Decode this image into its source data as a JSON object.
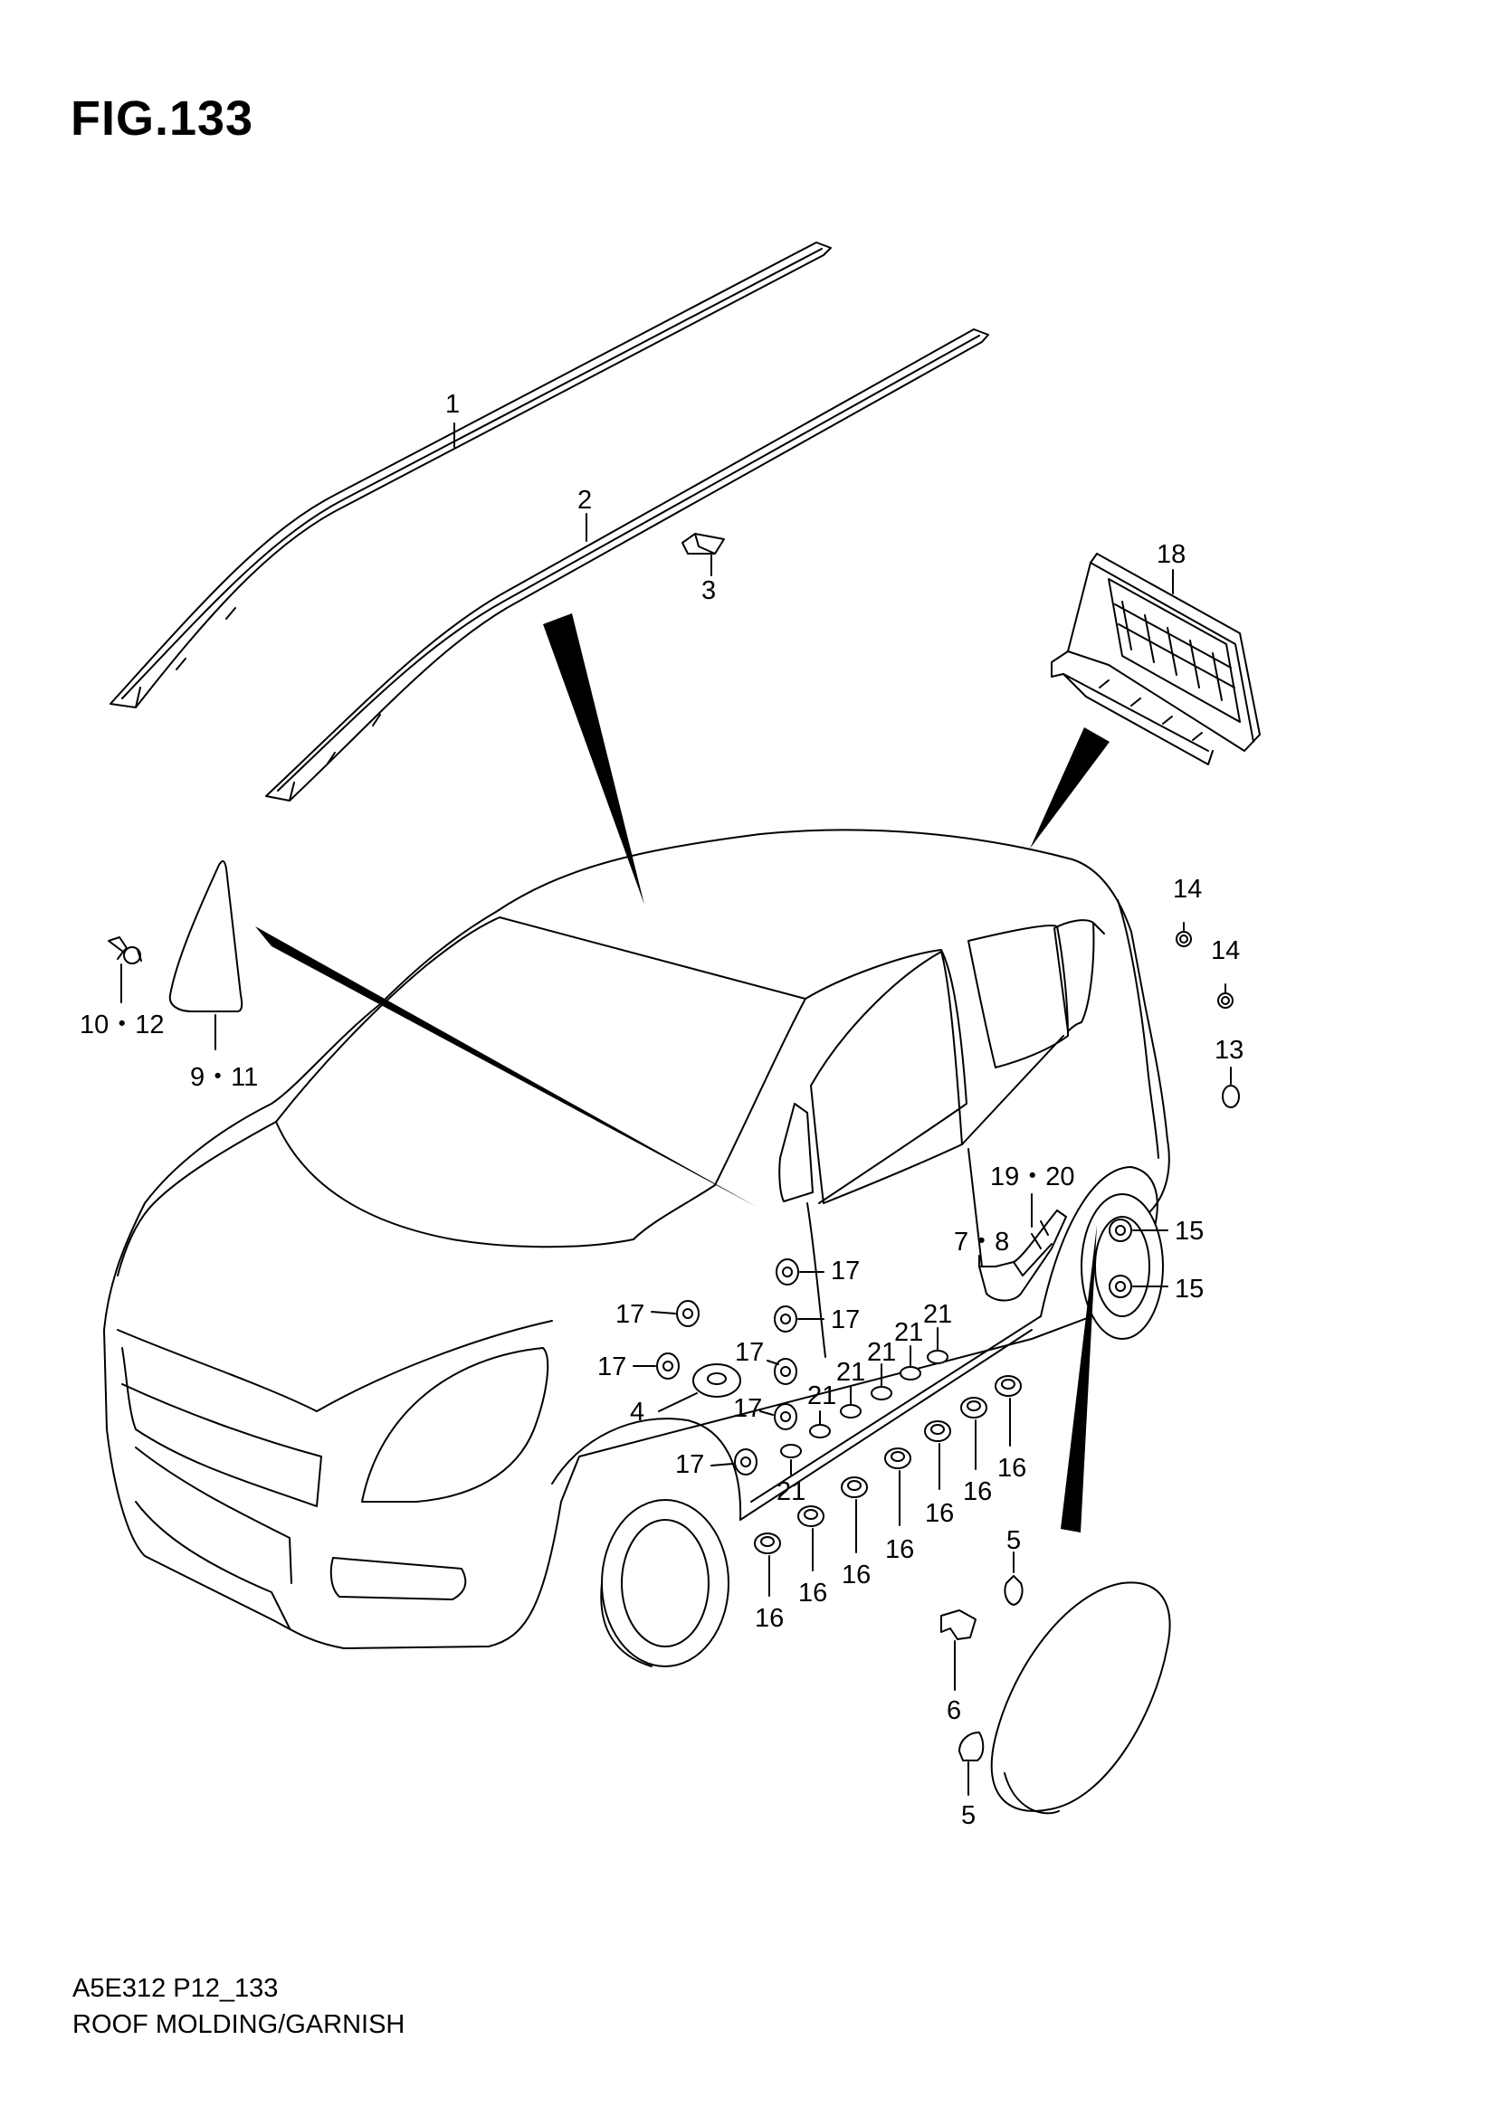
{
  "figure": {
    "title": "FIG.133",
    "code": "A5E312 P12_133",
    "caption": "ROOF MOLDING/GARNISH"
  },
  "callouts": [
    {
      "id": "c-1",
      "text": "1"
    },
    {
      "id": "c-2",
      "text": "2"
    },
    {
      "id": "c-3",
      "text": "3"
    },
    {
      "id": "c-18",
      "text": "18"
    },
    {
      "id": "c-14a",
      "text": "14"
    },
    {
      "id": "c-14b",
      "text": "14"
    },
    {
      "id": "c-13",
      "text": "13"
    },
    {
      "id": "c-10-12",
      "text": "10・12"
    },
    {
      "id": "c-9-11",
      "text": "9・11"
    },
    {
      "id": "c-19-20",
      "text": "19・20"
    },
    {
      "id": "c-7-8",
      "text": "7・8"
    },
    {
      "id": "c-15a",
      "text": "15"
    },
    {
      "id": "c-15b",
      "text": "15"
    },
    {
      "id": "c-17a",
      "text": "17"
    },
    {
      "id": "c-17b",
      "text": "17"
    },
    {
      "id": "c-17c",
      "text": "17"
    },
    {
      "id": "c-17d",
      "text": "17"
    },
    {
      "id": "c-17e",
      "text": "17"
    },
    {
      "id": "c-17f",
      "text": "17"
    },
    {
      "id": "c-17g",
      "text": "17"
    },
    {
      "id": "c-4",
      "text": "4"
    },
    {
      "id": "c-21a",
      "text": "21"
    },
    {
      "id": "c-21b",
      "text": "21"
    },
    {
      "id": "c-21c",
      "text": "21"
    },
    {
      "id": "c-21d",
      "text": "21"
    },
    {
      "id": "c-21e",
      "text": "21"
    },
    {
      "id": "c-21f",
      "text": "21"
    },
    {
      "id": "c-16a",
      "text": "16"
    },
    {
      "id": "c-16b",
      "text": "16"
    },
    {
      "id": "c-16c",
      "text": "16"
    },
    {
      "id": "c-16d",
      "text": "16"
    },
    {
      "id": "c-16e",
      "text": "16"
    },
    {
      "id": "c-16f",
      "text": "16"
    },
    {
      "id": "c-16g",
      "text": "16"
    },
    {
      "id": "c-5a",
      "text": "5"
    },
    {
      "id": "c-6",
      "text": "6"
    },
    {
      "id": "c-5b",
      "text": "5"
    }
  ]
}
